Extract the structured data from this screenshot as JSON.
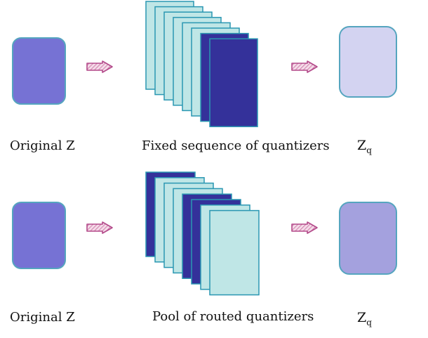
{
  "rows": [
    {
      "input_label": "Original Z",
      "middle_label": "Fixed sequence of quantizers",
      "output_label": "Z",
      "output_subscript": "q",
      "layers": [
        "light",
        "light",
        "light",
        "light",
        "light",
        "light",
        "dark",
        "dark"
      ],
      "output_color": "#d3d3f1"
    },
    {
      "input_label": "Original Z",
      "middle_label": "Pool of routed quantizers",
      "output_label": "Z",
      "output_subscript": "q",
      "layers": [
        "dark",
        "light",
        "light",
        "light",
        "dark",
        "dark",
        "light",
        "light"
      ],
      "output_color": "#a4a1de"
    }
  ],
  "colors": {
    "input_fill": "#7672d4",
    "input_stroke": "#55a5bf",
    "layer_light": "#bfe6e6",
    "layer_dark": "#34319a",
    "layer_stroke": "#2a97b2",
    "arrow_stroke": "#b34a8a",
    "arrow_fill": "#e8c2d8"
  },
  "icons": [
    "right-arrow-icon"
  ]
}
